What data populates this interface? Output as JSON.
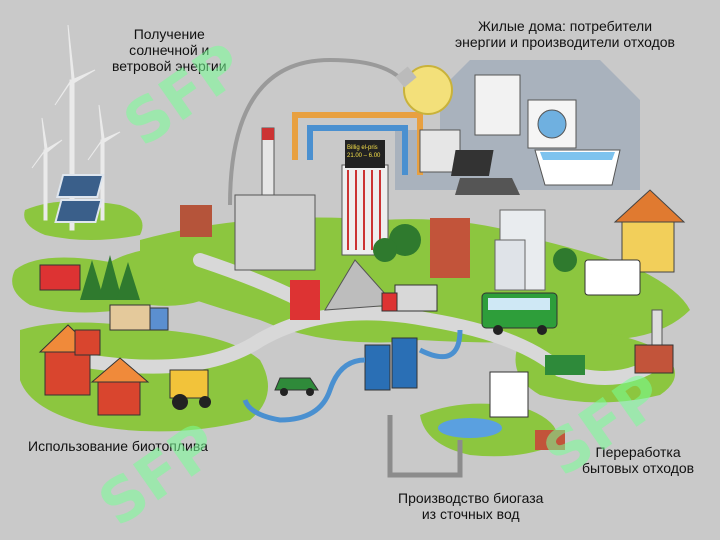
{
  "labels": {
    "solar_wind": [
      "Получение",
      "солнечной и",
      "ветровой энергии"
    ],
    "homes": [
      "Жилые дома: потребители",
      "энергии и производители отходов"
    ],
    "biofuel": [
      "Использование биотоплива"
    ],
    "waste": [
      "Переработка",
      "бытовых отходов"
    ],
    "biogas": [
      "Производство биогаза",
      "из сточных вод"
    ]
  },
  "display_text": [
    "Billig el-pris",
    "21.00 – 6.00"
  ],
  "watermark": "SFP",
  "colors": {
    "background": "#c9c9c9",
    "ground": "#8cc63f",
    "road": "#d8d8d8",
    "heat_pipe": "#e8a040",
    "water_pipe": "#4a90d0",
    "bus": "#2e9e3a",
    "house_roof": "#e07a30",
    "grey_house": "#9aa4b0"
  },
  "icons": [
    "wind-turbine-icon",
    "solar-panel-icon",
    "factory-icon",
    "light-bulb-icon",
    "washing-machine-icon",
    "bathtub-icon",
    "laptop-icon",
    "radiator-icon",
    "bus-icon",
    "truck-icon",
    "tractor-icon",
    "car-icon",
    "fuel-pump-icon",
    "house-icon"
  ]
}
